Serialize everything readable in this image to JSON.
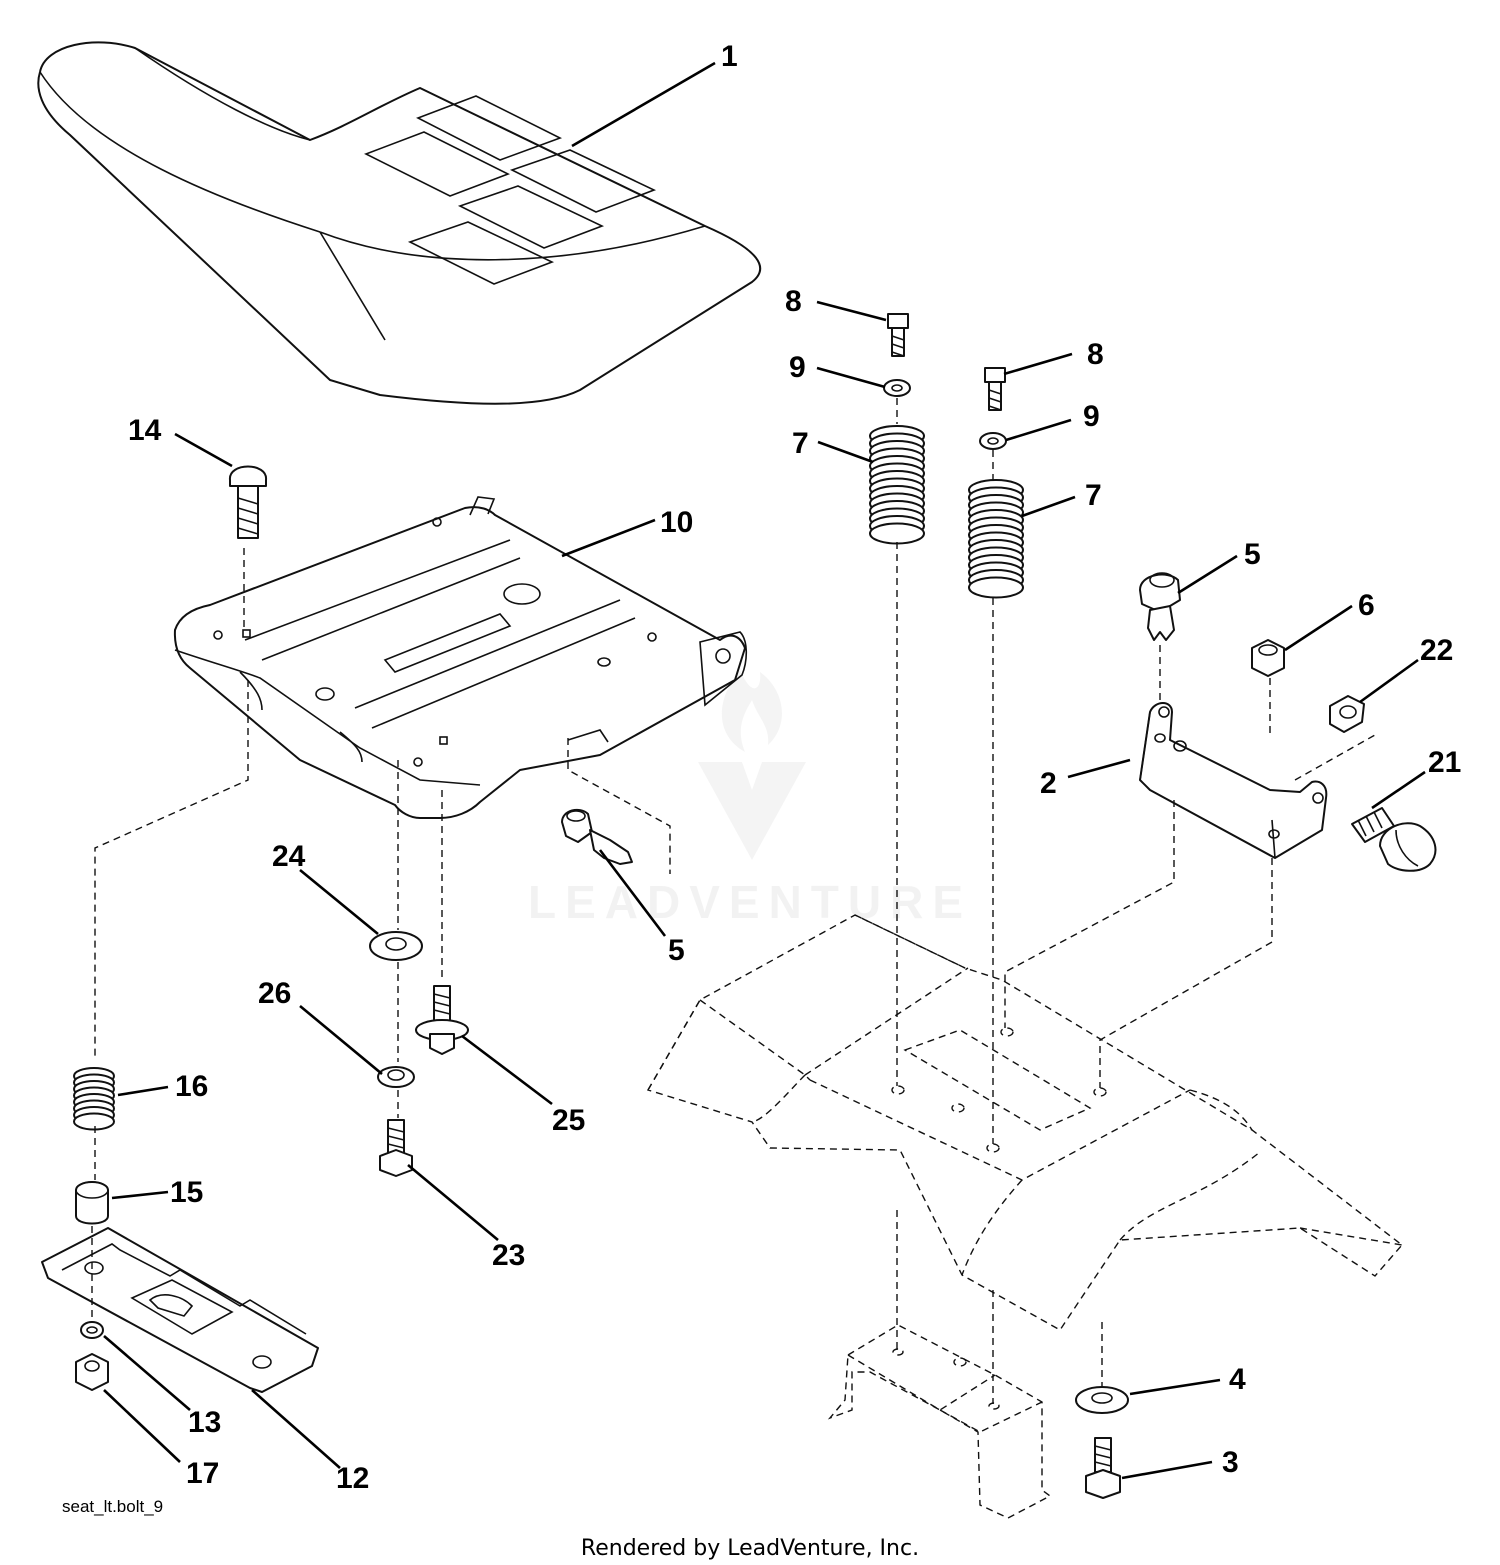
{
  "diagram": {
    "drawing_code": "seat_lt.bolt_9",
    "footer": "Rendered by LeadVenture, Inc.",
    "watermark": "LEADVENTURE",
    "callouts": [
      {
        "id": "c1",
        "text": "1"
      },
      {
        "id": "c8a",
        "text": "8"
      },
      {
        "id": "c8b",
        "text": "8"
      },
      {
        "id": "c9a",
        "text": "9"
      },
      {
        "id": "c9b",
        "text": "9"
      },
      {
        "id": "c7a",
        "text": "7"
      },
      {
        "id": "c7b",
        "text": "7"
      },
      {
        "id": "c14",
        "text": "14"
      },
      {
        "id": "c10",
        "text": "10"
      },
      {
        "id": "c5a",
        "text": "5"
      },
      {
        "id": "c5b",
        "text": "5"
      },
      {
        "id": "c6",
        "text": "6"
      },
      {
        "id": "c22",
        "text": "22"
      },
      {
        "id": "c2",
        "text": "2"
      },
      {
        "id": "c21",
        "text": "21"
      },
      {
        "id": "c24",
        "text": "24"
      },
      {
        "id": "c26",
        "text": "26"
      },
      {
        "id": "c25",
        "text": "25"
      },
      {
        "id": "c16",
        "text": "16"
      },
      {
        "id": "c15",
        "text": "15"
      },
      {
        "id": "c23",
        "text": "23"
      },
      {
        "id": "c4",
        "text": "4"
      },
      {
        "id": "c3",
        "text": "3"
      },
      {
        "id": "c13",
        "text": "13"
      },
      {
        "id": "c17",
        "text": "17"
      },
      {
        "id": "c12",
        "text": "12"
      }
    ]
  }
}
